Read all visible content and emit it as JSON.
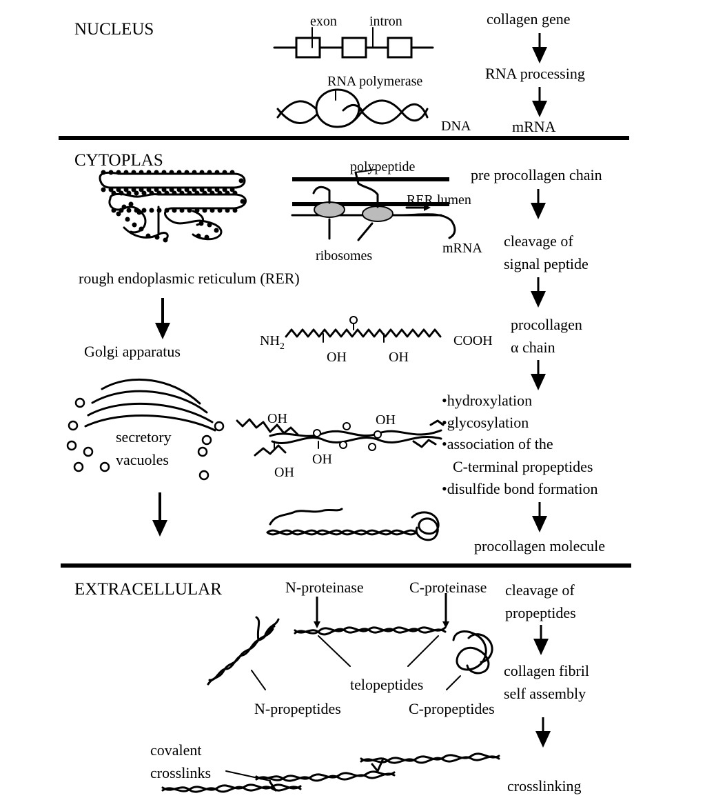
{
  "sections": {
    "nucleus": "NUCLEUS",
    "cytoplasm": "CYTOPLAS",
    "extracellular": "EXTRACELLULAR"
  },
  "nucleus": {
    "exon": "exon",
    "intron": "intron",
    "rna_polymerase": "RNA polymerase",
    "dna": "DNA"
  },
  "cytoplasm": {
    "polypeptide": "polypeptide",
    "rer_lumen": "RER lumen",
    "ribosomes": "ribosomes",
    "mrna": "mRNA",
    "rer": "rough endoplasmic reticulum (RER)",
    "golgi": "Golgi apparatus",
    "secretory_1": "secretory",
    "secretory_2": "vacuoles",
    "nh2": "NH",
    "nh2_sub": "2",
    "cooh": "COOH",
    "oh": "OH"
  },
  "extracellular": {
    "n_proteinase": "N-proteinase",
    "c_proteinase": "C-proteinase",
    "telopeptides": "telopeptides",
    "n_propeptides": "N-propeptides",
    "c_propeptides": "C-propeptides",
    "covalent_1": "covalent",
    "covalent_2": "crosslinks"
  },
  "steps": {
    "collagen_gene": "collagen gene",
    "rna_processing": "RNA processing",
    "mrna": "mRNA",
    "pre_procollagen": "pre procollagen chain",
    "cleavage_signal_1": "cleavage of",
    "cleavage_signal_2": "signal peptide",
    "procollagen_alpha_1": "procollagen",
    "procollagen_alpha_2": "α chain",
    "modifications": [
      "•hydroxylation",
      "•glycosylation",
      "•association of the",
      "C-terminal propeptides",
      "•disulfide bond formation"
    ],
    "procollagen_molecule": "procollagen molecule",
    "cleavage_propeptides_1": "cleavage of",
    "cleavage_propeptides_2": "propeptides",
    "fibril_1": "collagen fibril",
    "fibril_2": "self assembly",
    "crosslinking": "crosslinking"
  }
}
